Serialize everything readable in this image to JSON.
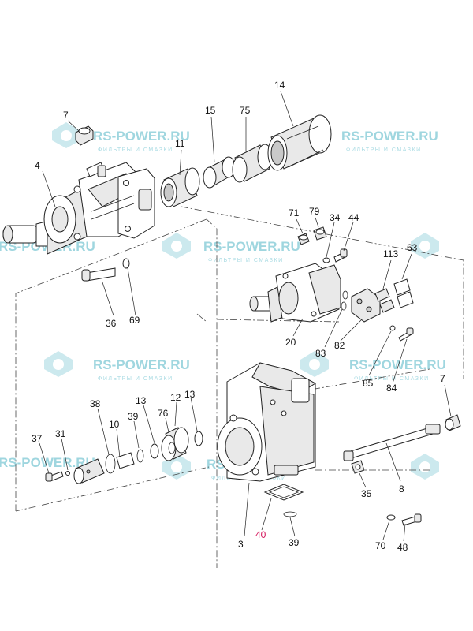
{
  "diagram": {
    "watermark": {
      "brand": "RS-POWER.RU",
      "tagline": "ФИЛЬТРЫ И СМАЗКИ",
      "accent_color": "#9fd6df"
    },
    "highlight_color": "#d4145a",
    "callouts": [
      {
        "id": "c7a",
        "text": "7"
      },
      {
        "id": "c4",
        "text": "4"
      },
      {
        "id": "c11",
        "text": "11"
      },
      {
        "id": "c15",
        "text": "15"
      },
      {
        "id": "c75",
        "text": "75"
      },
      {
        "id": "c14",
        "text": "14"
      },
      {
        "id": "c71",
        "text": "71"
      },
      {
        "id": "c79",
        "text": "79"
      },
      {
        "id": "c34",
        "text": "34"
      },
      {
        "id": "c44",
        "text": "44"
      },
      {
        "id": "c113",
        "text": "113"
      },
      {
        "id": "c63",
        "text": "63"
      },
      {
        "id": "c36",
        "text": "36"
      },
      {
        "id": "c69",
        "text": "69"
      },
      {
        "id": "c20",
        "text": "20"
      },
      {
        "id": "c82",
        "text": "82"
      },
      {
        "id": "c83",
        "text": "83"
      },
      {
        "id": "c85",
        "text": "85"
      },
      {
        "id": "c84",
        "text": "84"
      },
      {
        "id": "c7b",
        "text": "7"
      },
      {
        "id": "c38",
        "text": "38"
      },
      {
        "id": "c13a",
        "text": "13"
      },
      {
        "id": "c12",
        "text": "12"
      },
      {
        "id": "c13b",
        "text": "13"
      },
      {
        "id": "c39a",
        "text": "39"
      },
      {
        "id": "c76",
        "text": "76"
      },
      {
        "id": "c10",
        "text": "10"
      },
      {
        "id": "c37",
        "text": "37"
      },
      {
        "id": "c31",
        "text": "31"
      },
      {
        "id": "c8",
        "text": "8"
      },
      {
        "id": "c35",
        "text": "35"
      },
      {
        "id": "c3",
        "text": "3"
      },
      {
        "id": "c40",
        "text": "40",
        "highlight": true
      },
      {
        "id": "c39b",
        "text": "39"
      },
      {
        "id": "c70",
        "text": "70"
      },
      {
        "id": "c48",
        "text": "48"
      }
    ]
  }
}
